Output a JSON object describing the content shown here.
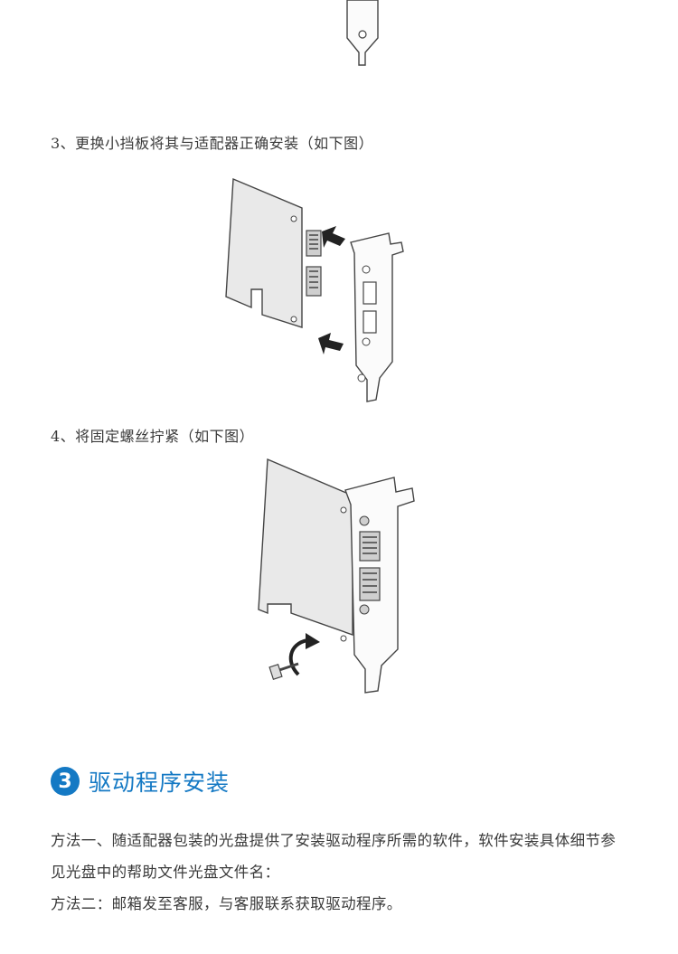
{
  "steps": [
    {
      "text": "3、更换小挡板将其与适配器正确安装（如下图）"
    },
    {
      "text": "4、将固定螺丝拧紧（如下图）"
    }
  ],
  "section": {
    "number": "3",
    "title": "驱动程序安装",
    "accent_color": "#1479c4"
  },
  "methods": [
    "方法一、随适配器包装的光盘提供了安装驱动程序所需的软件，软件安装具体细节参见光盘中的帮助文件光盘文件名：",
    "方法二：邮箱发至客服，与客服联系获取驱动程序。"
  ]
}
